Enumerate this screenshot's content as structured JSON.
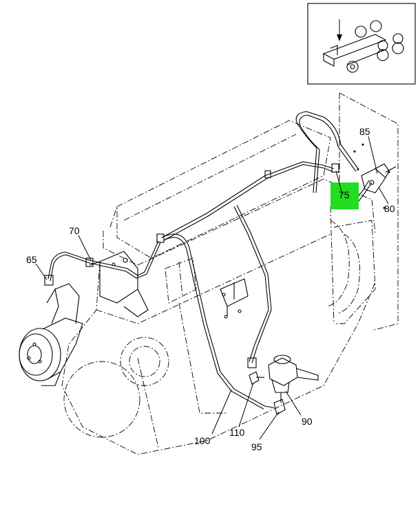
{
  "diagram": {
    "callouts": [
      {
        "id": "c65",
        "label": "65"
      },
      {
        "id": "c70",
        "label": "70"
      },
      {
        "id": "c75",
        "label": "75"
      },
      {
        "id": "c80",
        "label": "80"
      },
      {
        "id": "c85",
        "label": "85"
      },
      {
        "id": "c90",
        "label": "90"
      },
      {
        "id": "c95",
        "label": "95"
      },
      {
        "id": "c100",
        "label": "100"
      },
      {
        "id": "c110",
        "label": "110"
      }
    ],
    "highlight_color": "#22dd22",
    "highlighted_callout": "75"
  }
}
